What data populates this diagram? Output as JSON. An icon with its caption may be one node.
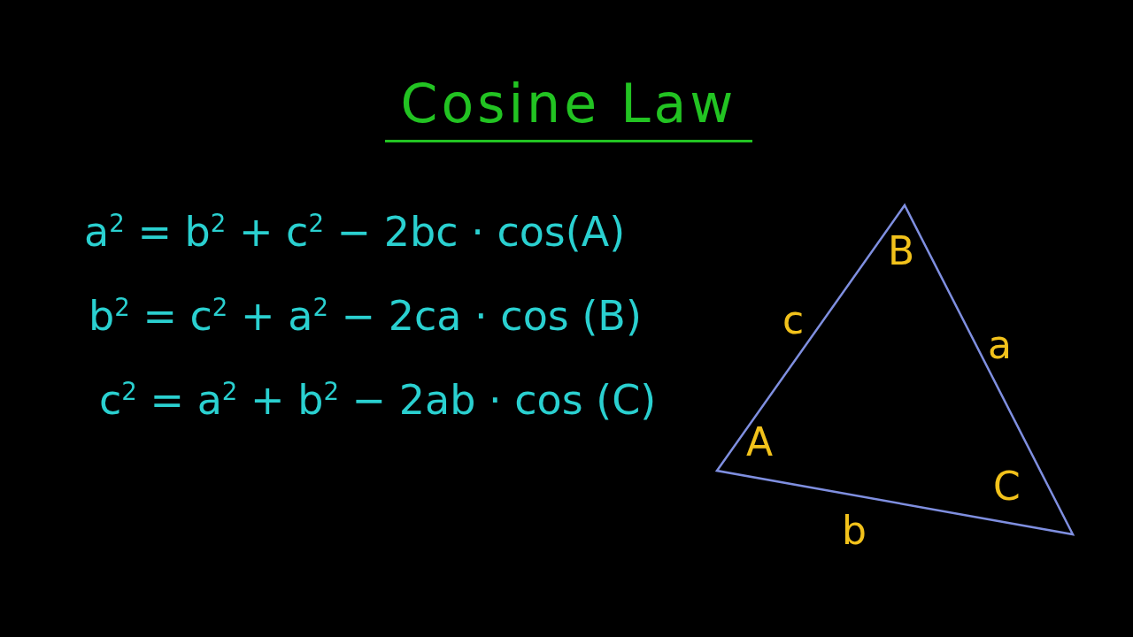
{
  "diagram": {
    "title": "Cosine Law",
    "labels": [
      "a$^{2}$ = b$^{2}$ + c$^{2}$ − 2bc · cos(A)",
      "b$^{2}$ = c$^{2}$ + a$^{2}$ − 2ca · cos (B)",
      "c$^{2}$ = a$^{2}$ + b$^{2}$ − 2ab · cos (C)",
      "B",
      "c",
      "a",
      "A",
      "C",
      "b"
    ]
  }
}
